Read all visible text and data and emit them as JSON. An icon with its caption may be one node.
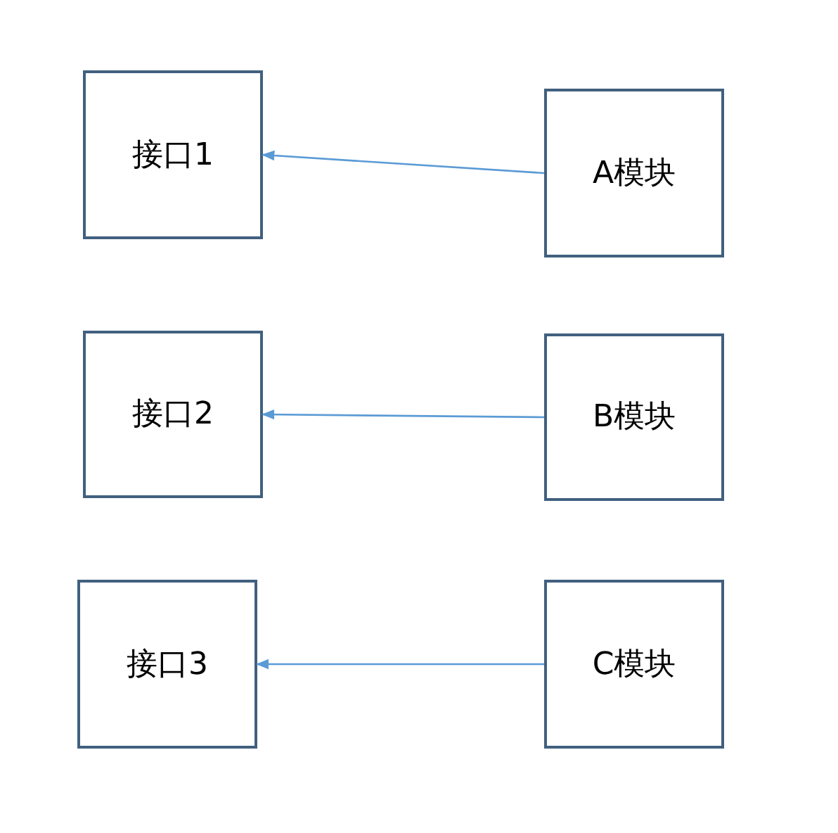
{
  "diagram": {
    "nodes": [
      {
        "text": [
          "接口1"
        ]
      },
      {
        "text": [
          "A模块"
        ]
      },
      {
        "text": [
          "接口2"
        ]
      },
      {
        "text": [
          "B模块"
        ]
      },
      {
        "text": [
          "接口3"
        ]
      },
      {
        "text": [
          "C模块"
        ]
      }
    ],
    "edges": [
      {
        "from": 1,
        "to": 0,
        "arrow": "to"
      },
      {
        "from": 3,
        "to": 2,
        "arrow": "to"
      },
      {
        "from": 5,
        "to": 4,
        "arrow": "to"
      }
    ]
  }
}
